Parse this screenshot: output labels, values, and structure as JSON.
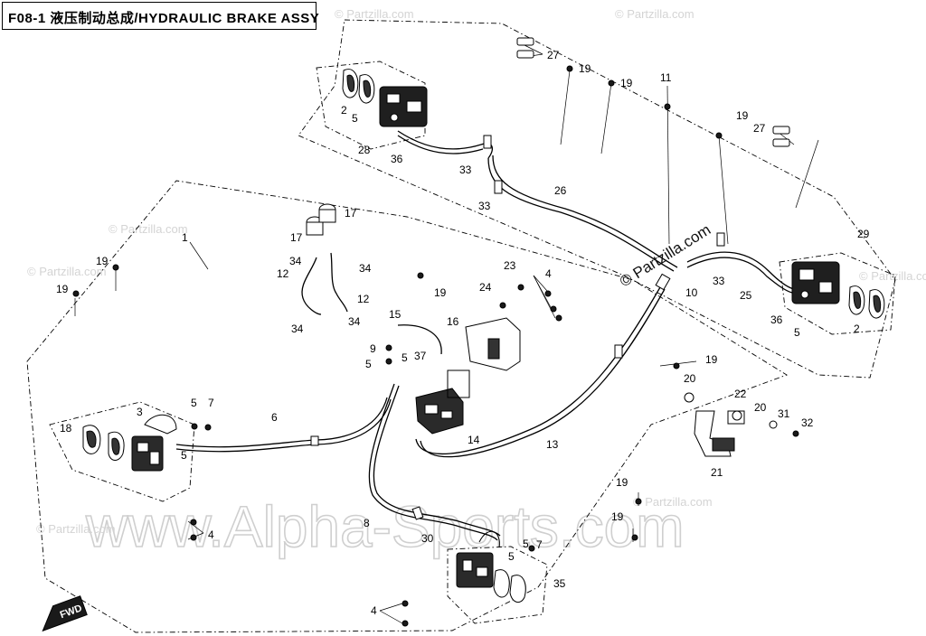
{
  "header": {
    "title": "F08-1 液压制动总成/HYDRAULIC BRAKE ASSY"
  },
  "watermarks": {
    "site": "www.Alpha-Sports.com",
    "small": "© Partzilla.com",
    "partzilla": "© Partzilla.com"
  },
  "fwd_label": "FWD",
  "callouts": [
    "1",
    "2",
    "3",
    "4",
    "5",
    "6",
    "7",
    "8",
    "9",
    "10",
    "11",
    "12",
    "13",
    "14",
    "15",
    "16",
    "17",
    "18",
    "19",
    "20",
    "21",
    "22",
    "23",
    "24",
    "25",
    "26",
    "27",
    "28",
    "29",
    "30",
    "31",
    "32",
    "33",
    "34",
    "35",
    "36",
    "37"
  ],
  "colors": {
    "line": "#000000",
    "watermark": "#cfcfcf",
    "part_fill": "#1a1a1a"
  }
}
